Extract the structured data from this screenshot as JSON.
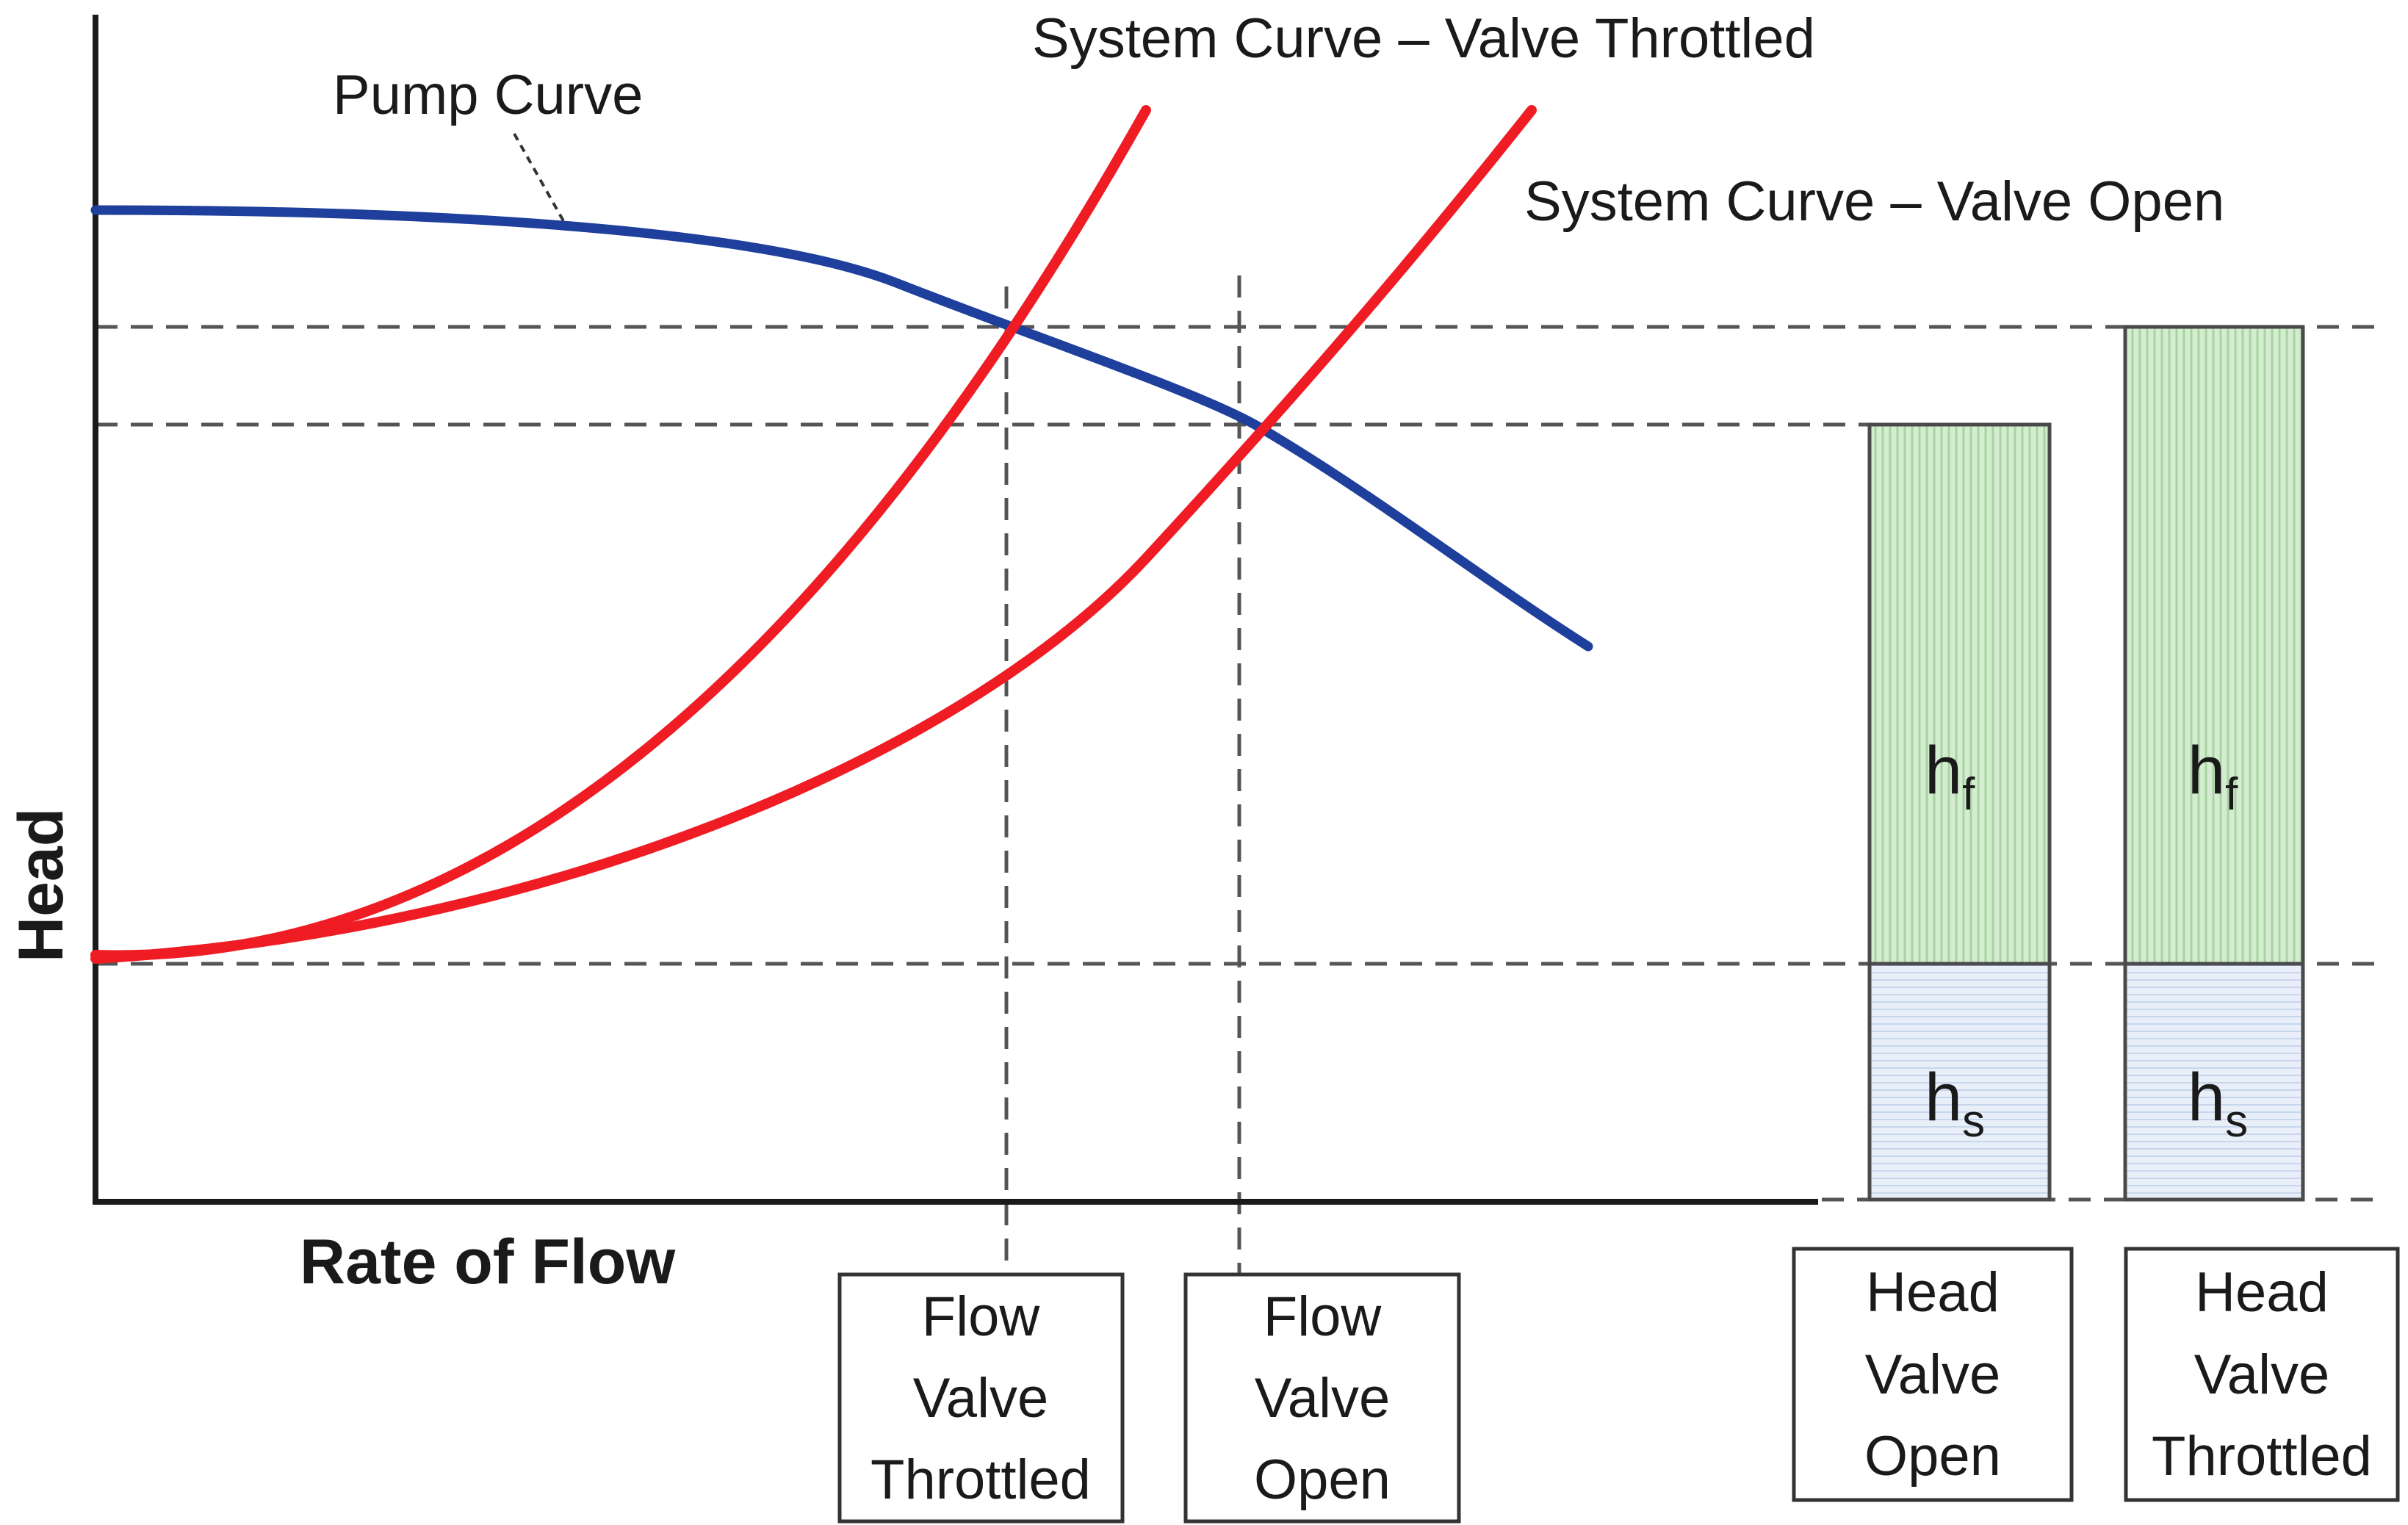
{
  "labels": {
    "pump_curve": "Pump Curve",
    "system_curve_throttled": "System Curve – Valve Throttled",
    "system_curve_open": "System Curve – Valve Open",
    "x_axis": "Rate of Flow",
    "y_axis": "Head"
  },
  "boxes": [
    {
      "lines": [
        "Flow",
        "Valve",
        "Throttled"
      ]
    },
    {
      "lines": [
        "Flow",
        "Valve",
        "Open"
      ]
    },
    {
      "lines": [
        "Head",
        "Valve",
        "Open"
      ]
    },
    {
      "lines": [
        "Head",
        "Valve",
        "Throttled"
      ]
    }
  ],
  "bars": [
    {
      "friction": {
        "symbol": "h",
        "subscript": "f"
      },
      "static": {
        "symbol": "h",
        "subscript": "s"
      }
    },
    {
      "friction": {
        "symbol": "h",
        "subscript": "f"
      },
      "static": {
        "symbol": "h",
        "subscript": "s"
      }
    }
  ],
  "colors": {
    "pump_curve": "#1f3f9c",
    "system_curve": "#ef1c24",
    "axis": "#1a1a1a",
    "guide_lines": "#555555",
    "friction_fill": "#d4ecd0",
    "friction_stripe": "#a9d3a2",
    "static_fill": "#e6eef8",
    "static_stripe": "#c5d4ea"
  }
}
